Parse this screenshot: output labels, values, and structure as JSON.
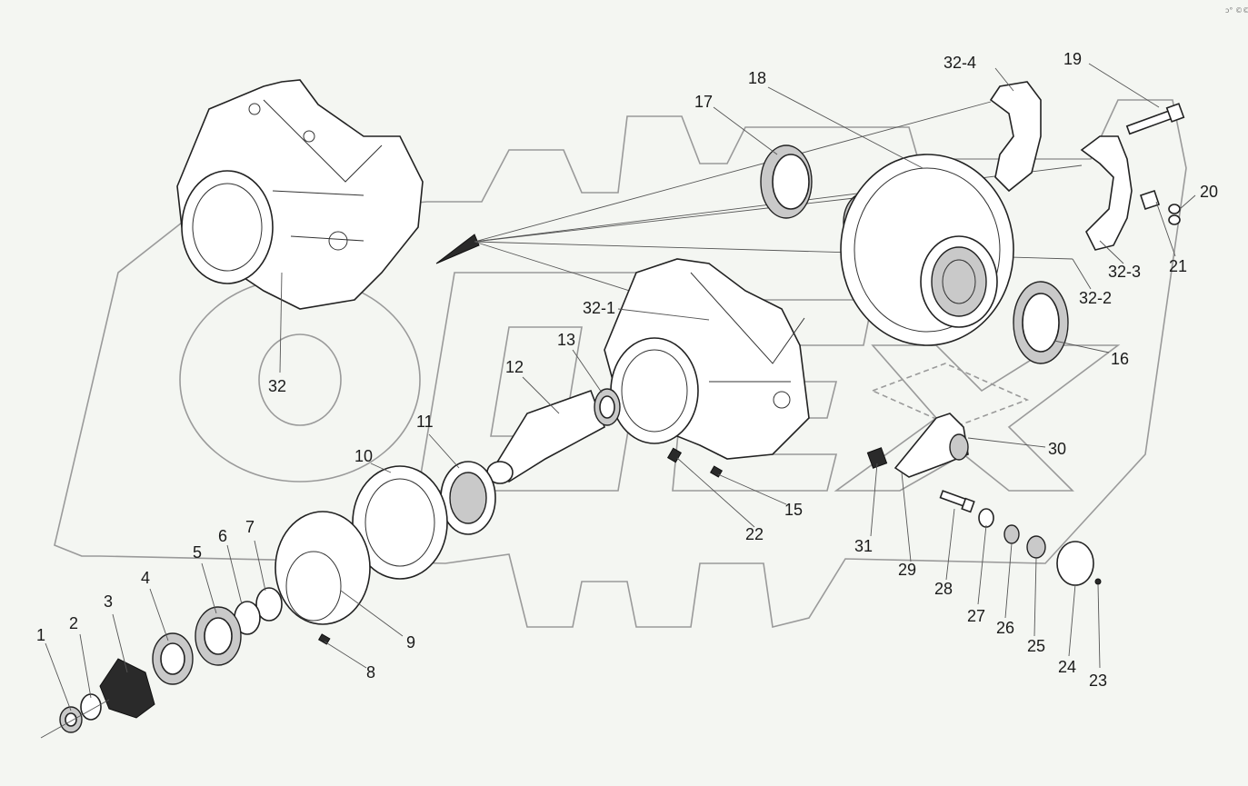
{
  "diagram": {
    "corner_mark": "ↄ° ©©",
    "labels": {
      "p1": "1",
      "p2": "2",
      "p3": "3",
      "p4": "4",
      "p5": "5",
      "p6": "6",
      "p7": "7",
      "p8": "8",
      "p9": "9",
      "p10": "10",
      "p11": "11",
      "p12": "12",
      "p13": "13",
      "p15": "15",
      "p16": "16",
      "p17": "17",
      "p18": "18",
      "p19": "19",
      "p20": "20",
      "p21": "21",
      "p22": "22",
      "p23": "23",
      "p24": "24",
      "p25": "25",
      "p26": "26",
      "p27": "27",
      "p28": "28",
      "p29": "29",
      "p30": "30",
      "p31": "31",
      "p32": "32",
      "p32_1": "32-1",
      "p32_2": "32-2",
      "p32_3": "32-3",
      "p32_4": "32-4"
    }
  }
}
